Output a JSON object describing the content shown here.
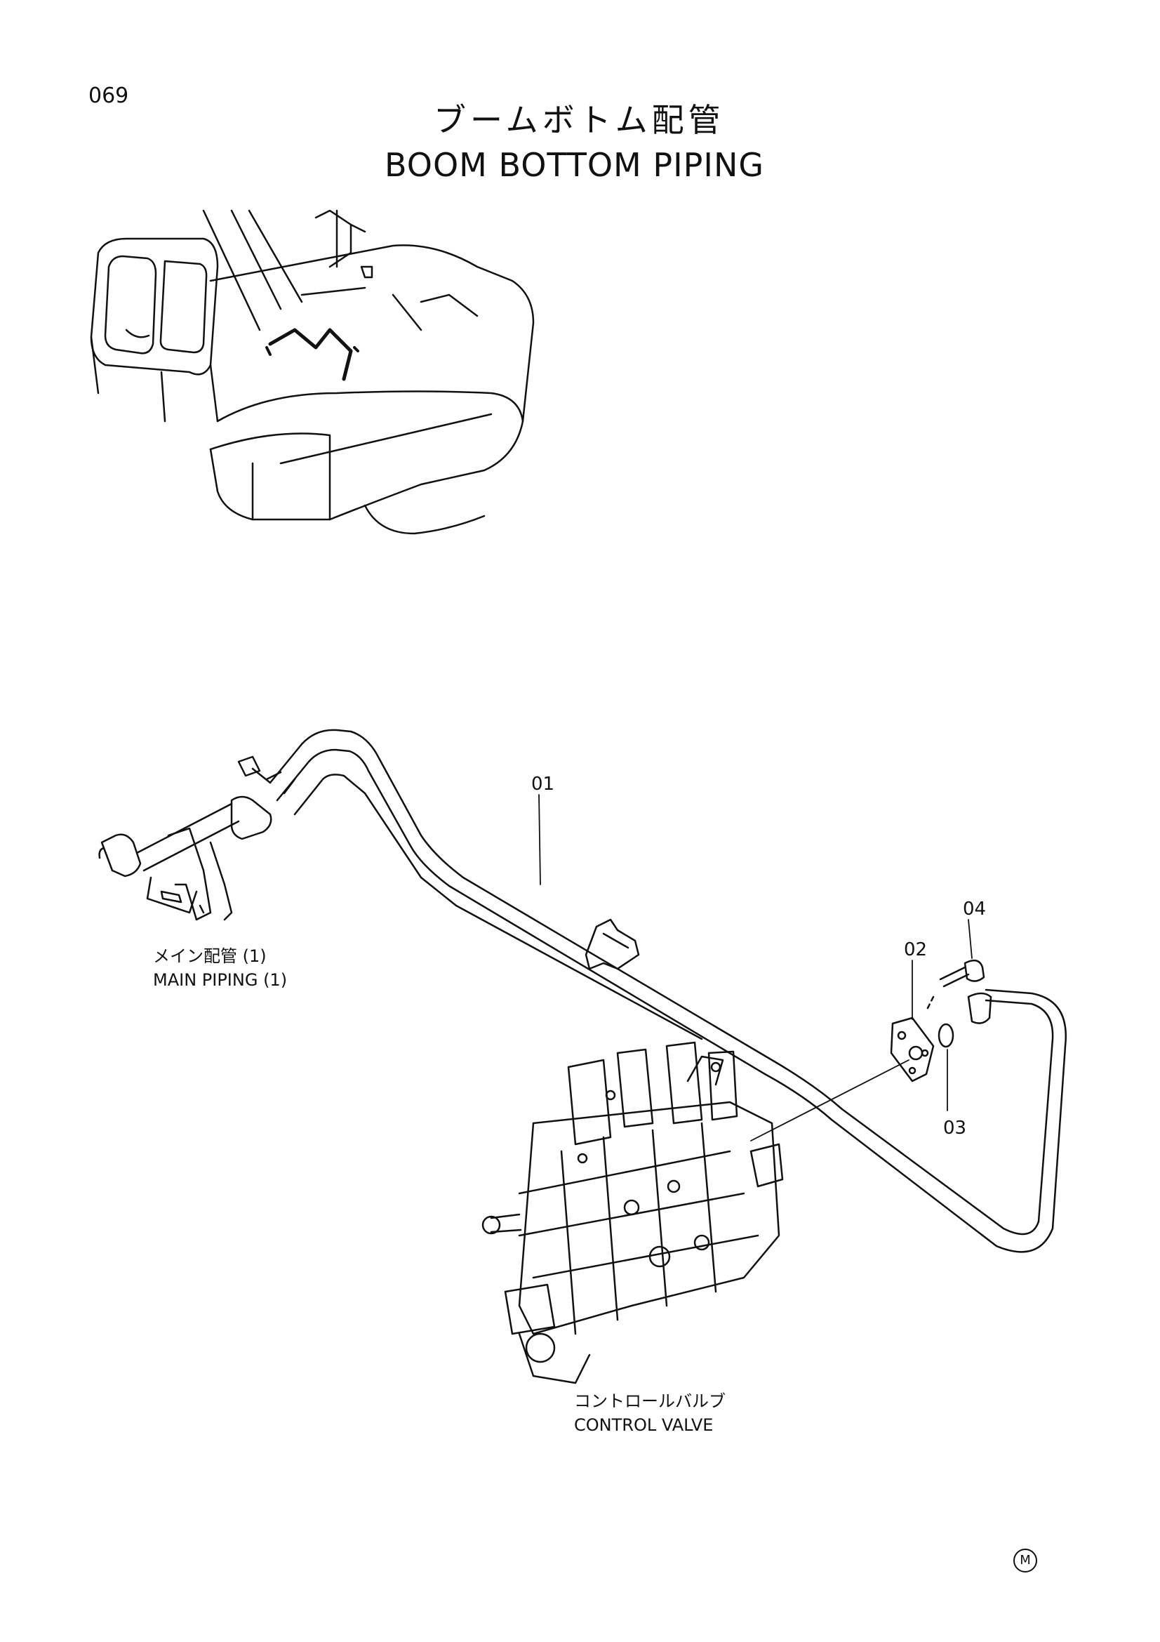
{
  "page": {
    "number": "069"
  },
  "title": {
    "japanese": "ブームボトム配管",
    "english": "BOOM BOTTOM PIPING"
  },
  "labels": {
    "main_piping_jp": "メイン配管 (1)",
    "main_piping_en": "MAIN PIPING (1)",
    "control_valve_jp": "コントロールバルブ",
    "control_valve_en": "CONTROL VALVE"
  },
  "callouts": [
    "01",
    "02",
    "03",
    "04"
  ],
  "maker_mark": "M",
  "icons": {
    "excavator": "excavator-overview-icon",
    "pipe": "boom-bottom-pipe-icon",
    "control_valve": "control-valve-icon",
    "flange": "split-flange-icon",
    "o_ring": "o-ring-icon",
    "bolt": "bolt-icon"
  },
  "colors": {
    "ink": "#111111",
    "paper": "#ffffff"
  }
}
